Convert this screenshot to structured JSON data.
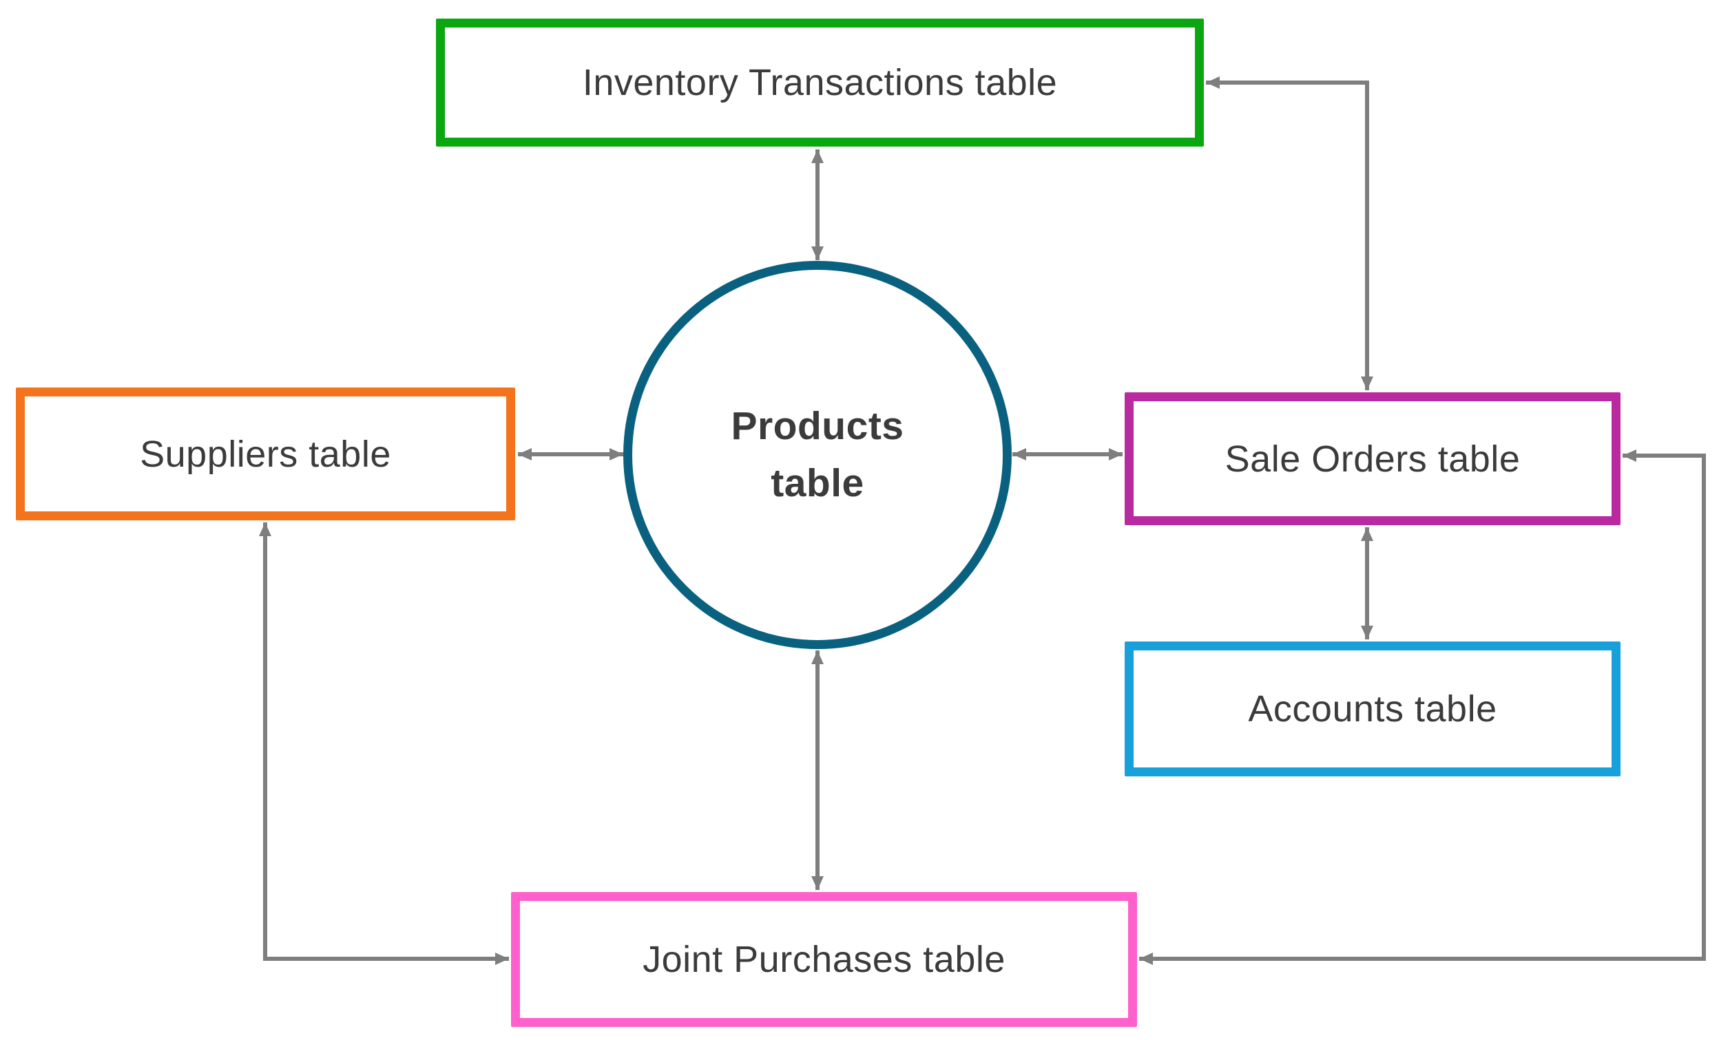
{
  "diagram": {
    "type": "relationship-diagram",
    "background_color": "#ffffff",
    "connector_color": "#7e7e7e",
    "text_color": "#3b3b3b",
    "nodes": {
      "products": {
        "label": "Products table",
        "label_lines": [
          "Products",
          "table"
        ],
        "shape": "circle",
        "border_color": "#09617f",
        "bold": true
      },
      "inventory": {
        "label": "Inventory Transactions table",
        "shape": "rectangle",
        "border_color": "#0aa710"
      },
      "suppliers": {
        "label": "Suppliers table",
        "shape": "rectangle",
        "border_color": "#f4731d"
      },
      "sale_orders": {
        "label": "Sale Orders table",
        "shape": "rectangle",
        "border_color": "#b92aa0"
      },
      "accounts": {
        "label": "Accounts table",
        "shape": "rectangle",
        "border_color": "#18a0db"
      },
      "joint_purchases": {
        "label": "Joint Purchases table",
        "shape": "rectangle",
        "border_color": "#ff60cc"
      }
    },
    "edges": [
      {
        "from": "Products table",
        "to": "Inventory Transactions table",
        "arrows": "both",
        "route": "straight-vertical"
      },
      {
        "from": "Products table",
        "to": "Suppliers table",
        "arrows": "both",
        "route": "straight-horizontal"
      },
      {
        "from": "Products table",
        "to": "Sale Orders table",
        "arrows": "both",
        "route": "straight-horizontal"
      },
      {
        "from": "Inventory Transactions table",
        "to": "Sale Orders table",
        "arrows": "both",
        "route": "elbow-right-down"
      },
      {
        "from": "Sale Orders table",
        "to": "Accounts table",
        "arrows": "both",
        "route": "straight-vertical"
      },
      {
        "from": "Products table",
        "to": "Joint Purchases table",
        "arrows": "both",
        "route": "straight-vertical"
      },
      {
        "from": "Suppliers table",
        "to": "Joint Purchases table",
        "arrows": "both",
        "route": "elbow-down-right"
      },
      {
        "from": "Sale Orders table",
        "to": "Joint Purchases table",
        "arrows": "both",
        "route": "elbow-right-down-left"
      }
    ]
  }
}
